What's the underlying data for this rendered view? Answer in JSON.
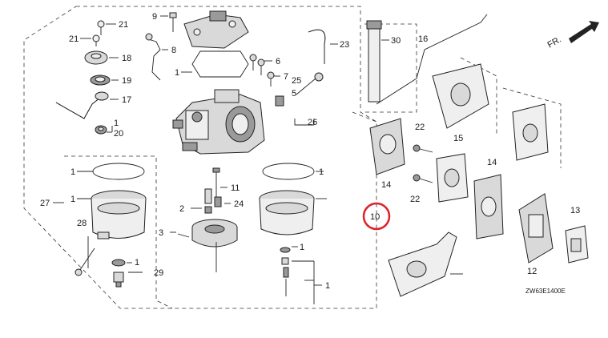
{
  "diagram": {
    "code": "ZW63E1400E",
    "direction_label": "FR.",
    "callouts": {
      "c1a": "1",
      "c1b": "1",
      "c1c": "1",
      "c1d": "1",
      "c1e": "1",
      "c1f": "1",
      "c1g": "1",
      "c1h": "1",
      "c2": "2",
      "c3": "3",
      "c5": "5",
      "c6": "6",
      "c7": "7",
      "c8": "8",
      "c9": "9",
      "c10": "10",
      "c11": "11",
      "c12": "12",
      "c13": "13",
      "c14a": "14",
      "c14b": "14",
      "c15": "15",
      "c16": "16",
      "c17": "17",
      "c18": "18",
      "c19": "19",
      "c20": "20",
      "c21a": "21",
      "c21b": "21",
      "c22a": "22",
      "c22b": "22",
      "c23": "23",
      "c24": "24",
      "c25": "25",
      "c26": "26",
      "c27": "27",
      "c28": "28",
      "c29": "29",
      "c30": "30"
    },
    "highlight_color": "#e0202a"
  }
}
